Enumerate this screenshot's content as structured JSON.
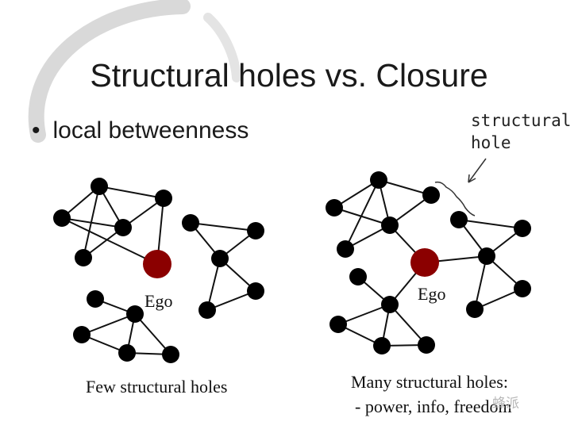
{
  "title": "Structural holes vs. Closure",
  "bullet": "local betweenness",
  "annotation": {
    "line1": "structural",
    "line2": "hole"
  },
  "left_network": {
    "ego_label": "Ego",
    "caption": "Few structural holes"
  },
  "right_network": {
    "ego_label": "Ego",
    "caption_line1": "Many structural holes:",
    "caption_line2": "- power, info, freedom"
  },
  "watermark": "蜂派",
  "colors": {
    "ego": "#8b0000",
    "node": "#000000",
    "text": "#1a1a1a"
  }
}
